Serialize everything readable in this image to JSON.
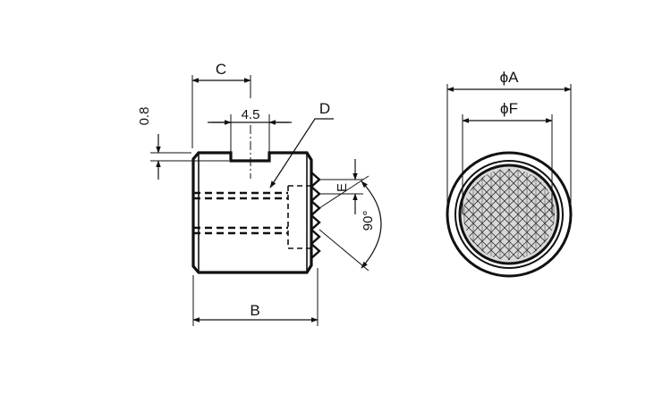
{
  "drawing": {
    "side_view": {
      "label_c": "C",
      "label_b": "B",
      "label_d": "D",
      "label_e": "E",
      "dim_slot_width": "4.5",
      "dim_slot_depth": "0.8",
      "dim_angle": "90°"
    },
    "front_view": {
      "label_a": "ϕA",
      "label_f": "ϕF"
    }
  },
  "colors": {
    "line": "#111111",
    "background": "#ffffff",
    "knurl_fill": "#d9d9d9"
  }
}
